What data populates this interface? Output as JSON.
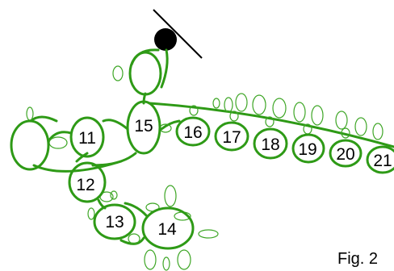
{
  "figure": {
    "caption": "Fig. 2",
    "ring_labels": [
      "11",
      "12",
      "13",
      "14",
      "15",
      "16",
      "17",
      "18",
      "19",
      "20",
      "21"
    ],
    "colors": {
      "rings": "#2e9a16",
      "bead": "#000000",
      "background": "#ffffff"
    }
  }
}
